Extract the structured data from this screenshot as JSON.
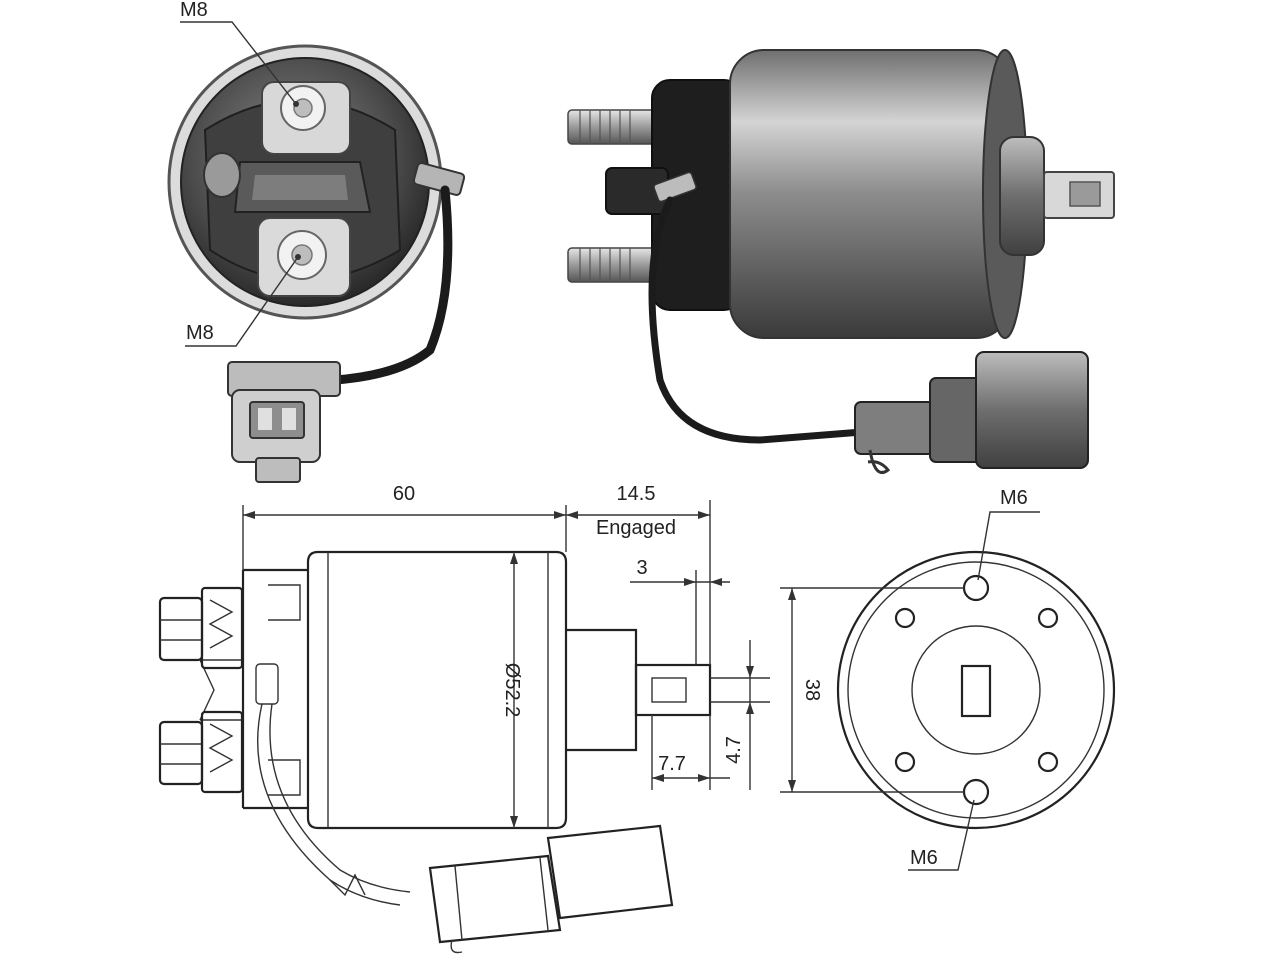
{
  "photo_end_view": {
    "label_top": "M8",
    "label_bottom": "M8"
  },
  "drawing_side_view": {
    "dim_length": "60",
    "dim_stroke": "14.5",
    "dim_stroke_note": "Engaged",
    "dim_tab_thickness": "3",
    "dim_diameter": "Ø52.2",
    "dim_tab_width": "4.7",
    "dim_tab_length": "7.7"
  },
  "drawing_end_view": {
    "label_top": "M6",
    "label_bottom": "M6",
    "dim_hole_spacing": "38"
  },
  "colors": {
    "line": "#333333",
    "metal_dark": "#3a3a3a",
    "metal_light": "#d9d9d9"
  }
}
